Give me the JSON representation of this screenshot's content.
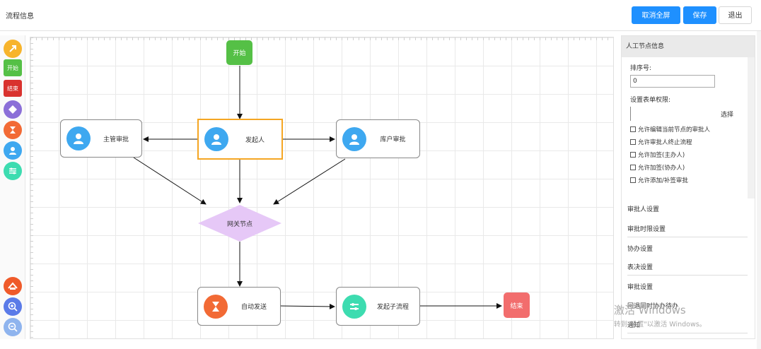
{
  "header": {
    "title": "流程信息",
    "buttons": {
      "exit_fullscreen": "取消全屏",
      "save": "保存",
      "exit": "退出"
    }
  },
  "toolbar": {
    "items": [
      {
        "name": "connect-arrow-icon",
        "label": ""
      },
      {
        "name": "start-node",
        "label": "开始"
      },
      {
        "name": "end-node",
        "label": "结束"
      },
      {
        "name": "gateway-icon",
        "label": ""
      },
      {
        "name": "auto-task-icon",
        "label": ""
      },
      {
        "name": "user-task-icon",
        "label": ""
      },
      {
        "name": "subprocess-icon",
        "label": ""
      },
      {
        "name": "layout-icon",
        "label": ""
      },
      {
        "name": "zoom-in-icon",
        "label": ""
      },
      {
        "name": "zoom-out-icon",
        "label": ""
      }
    ]
  },
  "canvas": {
    "nodes": {
      "start": "开始",
      "supervisor": "主管审批",
      "initiator": "发起人",
      "dept_review": "库户审批",
      "gateway": "网关节点",
      "auto_send": "自动发送",
      "subprocess": "发起子流程",
      "end": "结束"
    }
  },
  "panel": {
    "title": "人工节点信息",
    "fields": {
      "order_label": "排序号:",
      "order_value": "0",
      "permission_label": "设置表单权限:",
      "select_link": "选择"
    },
    "checkboxes": [
      "允许编辑当前节点的审批人",
      "允许审批人终止流程",
      "允许加签(主办人)",
      "允许加签(协办人)",
      "允许添加/补签审批"
    ],
    "sections": [
      "审批人设置",
      "审批时限设置",
      "协办设置",
      "表决设置",
      "审批设置",
      "回退同时协办待办",
      "通知"
    ]
  },
  "watermark": {
    "line1": "激活 Windows",
    "line2": "转到\"设置\"以激活 Windows。"
  },
  "colors": {
    "primary": "#1e90ff",
    "start_green": "#55c046",
    "end_red": "#f26d6d",
    "avatar_blue": "#3ea8f0",
    "gateway_purple": "#e6c8f7",
    "selected_orange": "#f5a623",
    "auto_orange": "#f26a35",
    "sub_teal": "#3ddcb0"
  }
}
